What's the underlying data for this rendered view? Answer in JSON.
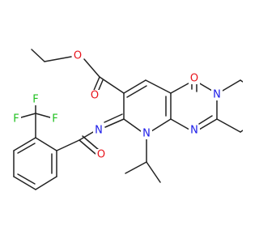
{
  "diagram": {
    "type": "chemical-structure",
    "colors": {
      "bond": "#222222",
      "oxygen": "#e8141c",
      "nitrogen": "#1a1ae8",
      "fluorine": "#1fc01f",
      "background": "#ffffff"
    },
    "atoms": [
      {
        "id": "O_keto",
        "label": "O",
        "element": "oxygen"
      },
      {
        "id": "O_ester_carbonyl",
        "label": "O",
        "element": "oxygen"
      },
      {
        "id": "O_ester_ether",
        "label": "O",
        "element": "oxygen"
      },
      {
        "id": "O_amide",
        "label": "O",
        "element": "oxygen"
      },
      {
        "id": "N_bridgehead",
        "label": "N",
        "element": "nitrogen"
      },
      {
        "id": "N_ring_upper",
        "label": "N",
        "element": "nitrogen"
      },
      {
        "id": "N_ring_lower",
        "label": "N",
        "element": "nitrogen"
      },
      {
        "id": "N_imine",
        "label": "N",
        "element": "nitrogen"
      },
      {
        "id": "F_1",
        "label": "F",
        "element": "fluorine"
      },
      {
        "id": "F_2",
        "label": "F",
        "element": "fluorine"
      },
      {
        "id": "F_3",
        "label": "F",
        "element": "fluorine"
      }
    ]
  }
}
